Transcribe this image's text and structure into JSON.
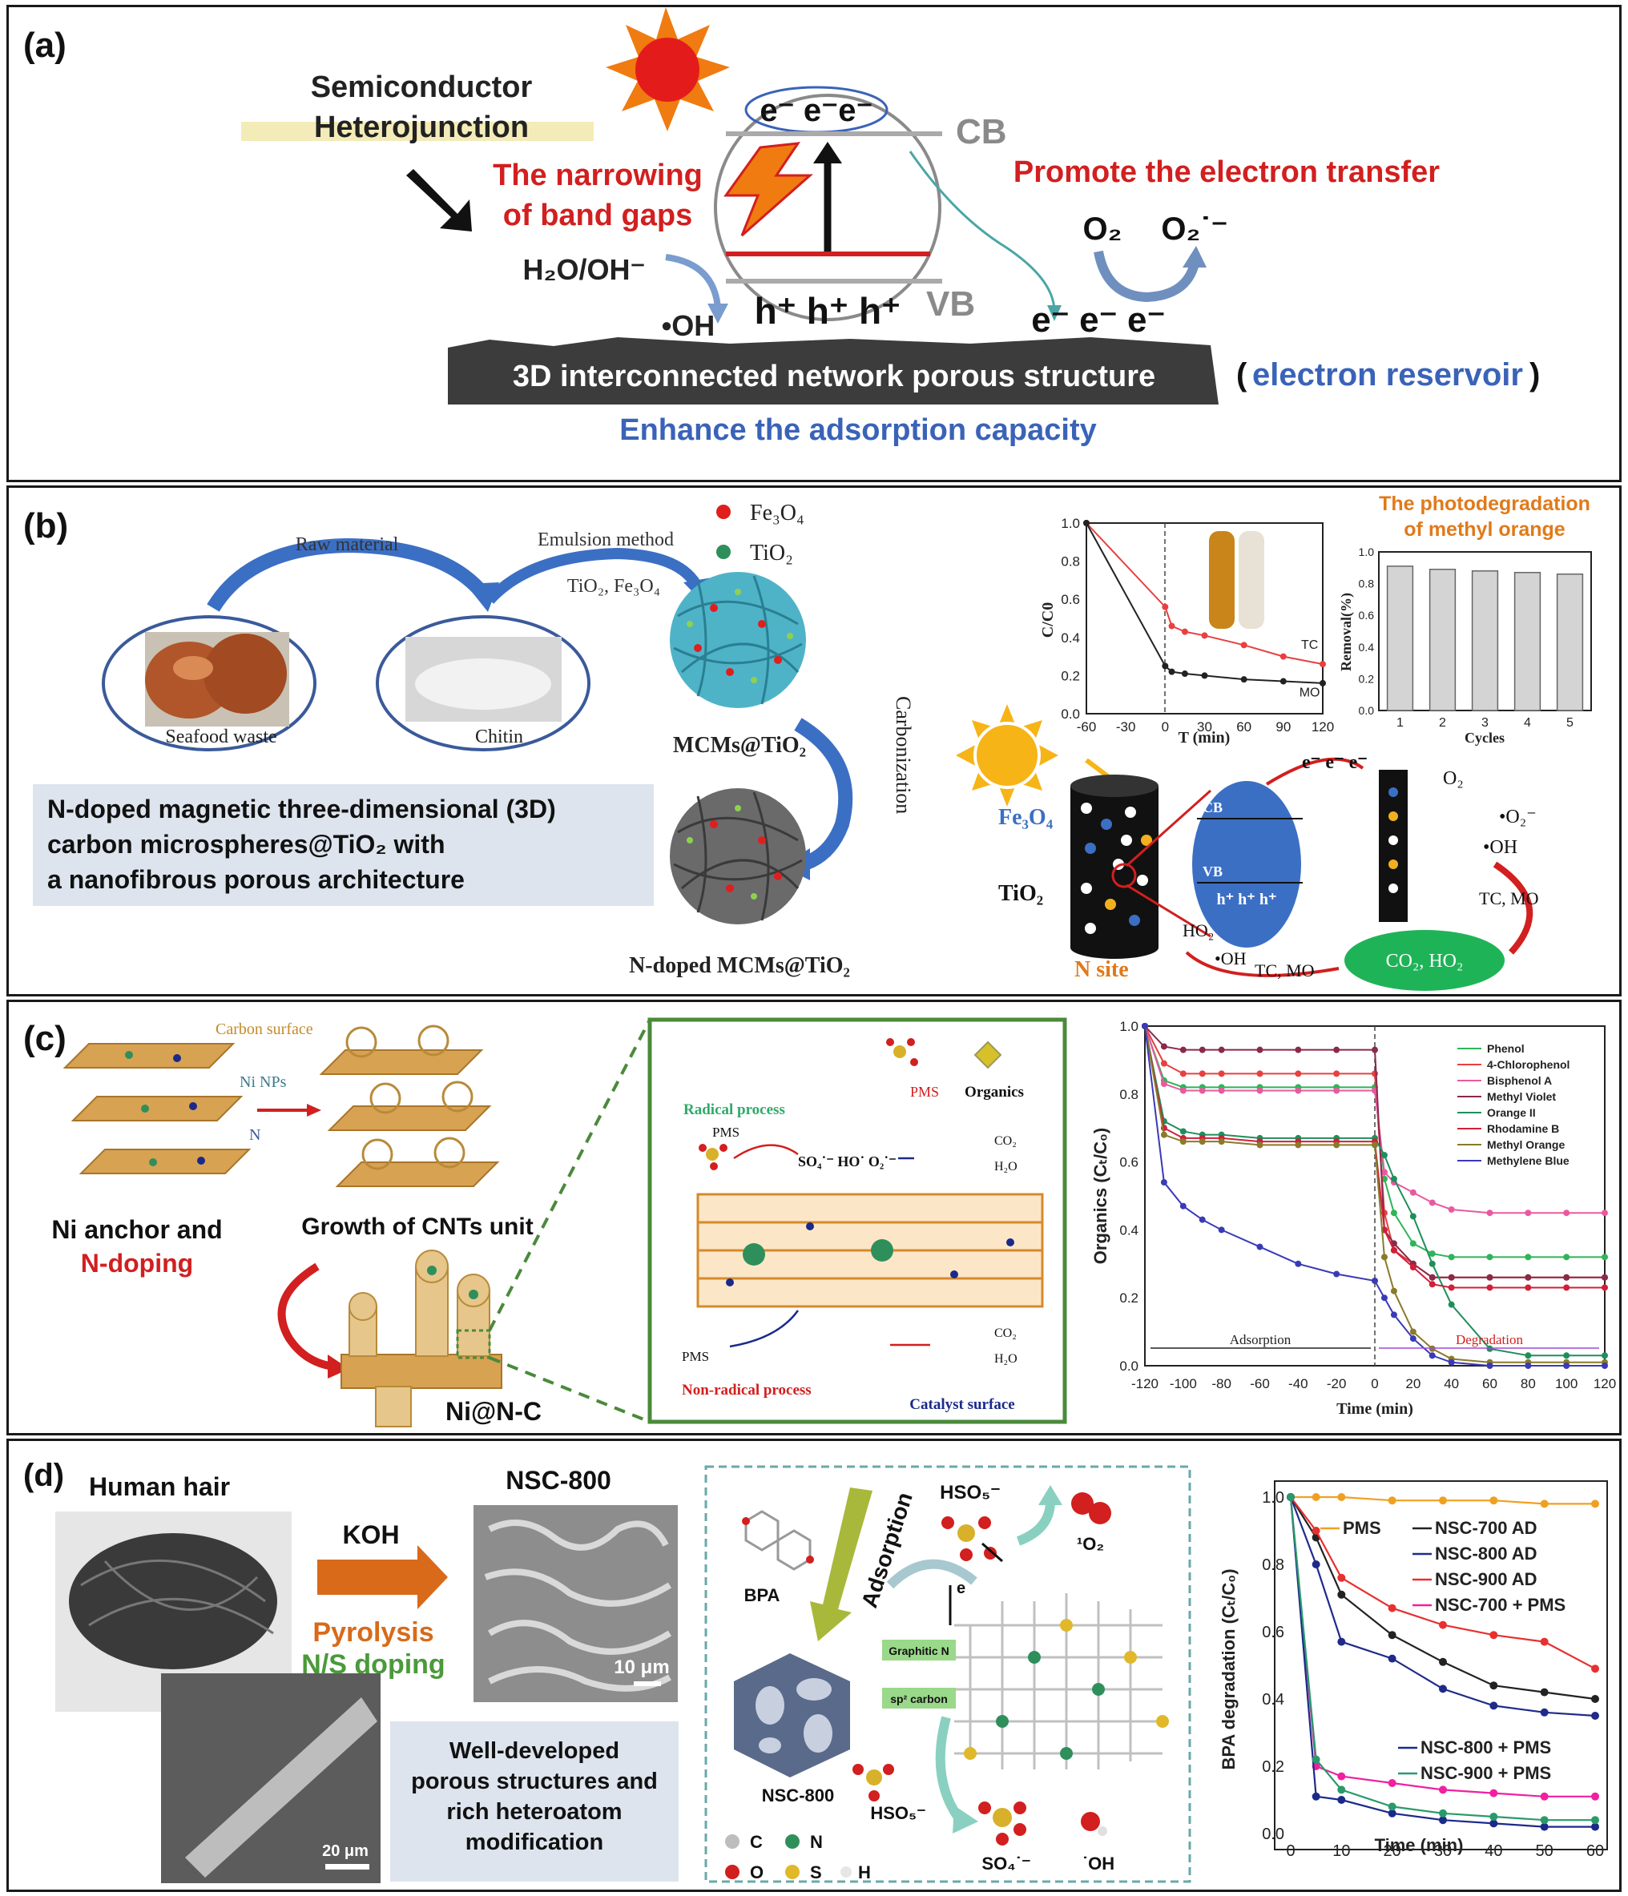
{
  "panel_a": {
    "label": "(a)",
    "semiconductor_l1": "Semiconductor",
    "semiconductor_l2": "Heterojunction",
    "narrowing_l1": "The narrowing",
    "narrowing_l2": "of band gaps",
    "promote": "Promote the electron transfer",
    "cb_electrons": "e⁻ e⁻e⁻",
    "cb": "CB",
    "vb": "VB",
    "holes": "h⁺ h⁺ h⁺",
    "h2o": "H₂O/OH⁻",
    "oh": "•OH",
    "o2": "O₂",
    "o2_radical": "O₂˙⁻",
    "electrons_right": "e⁻ e⁻ e⁻",
    "network": "3D interconnected network porous structure",
    "reservoir_open": "(",
    "reservoir": "electron reservoir",
    "reservoir_close": ")",
    "adsorption": "Enhance the adsorption capacity",
    "colors": {
      "red": "#d21f1f",
      "blue": "#3a63b8",
      "dark": "#333333"
    }
  },
  "panel_b": {
    "label": "(b)",
    "raw_material": "Raw material",
    "emulsion": "Emulsion method",
    "tio2_fe3o4": "TiO₂, Fe₃O₄",
    "legend_fe3o4": "Fe₃O₄",
    "legend_tio2": "TiO₂",
    "seafood": "Seafood waste",
    "chitin": "Chitin",
    "mcms": "MCMs@TiO₂",
    "carbonization": "Carbonization",
    "n_mcms": "N-doped MCMs@TiO₂",
    "desc_l1": "N-doped magnetic three-dimensional (3D)",
    "desc_l2": "carbon microspheres@TiO₂ with",
    "desc_l3": "a nanofibrous porous architecture",
    "mech": {
      "fe3o4": "Fe₃O₄",
      "tio2": "TiO₂",
      "nsite": "N site",
      "cb": "CB",
      "vb": "VB",
      "holes": "h⁺ h⁺ h⁺",
      "electrons": "e⁻ e⁻ e⁻",
      "ho2": "HO₂",
      "oh1": "•OH",
      "oh2": "•OH",
      "o2": "O₂",
      "o2rad": "•O₂⁻",
      "tcmo1": "TC, MO",
      "tcmo2": "TC, MO",
      "products": "CO₂, HO₂"
    },
    "bar_title_l1": "The photodegradation",
    "bar_title_l2": "of methyl orange"
  },
  "panel_c": {
    "label": "(c)",
    "carbon_surface": "Carbon surface",
    "ni_nps": "Ni NPs",
    "n": "N",
    "anchor_l1": "Ni anchor and",
    "anchor_l2": "N-doping",
    "growth": "Growth of CNTs unit",
    "nic": "Ni@N-C",
    "pms_top": "PMS",
    "organics": "Organics",
    "radical": "Radical process",
    "pms_left": "PMS",
    "species": "SO₄˙⁻ HO˙ O₂˙⁻",
    "co2_top": "CO₂",
    "h2o_top": "H₂O",
    "pms_bottom": "PMS",
    "co2_bot": "CO₂",
    "h2o_bot": "H₂O",
    "nonradical": "Non-radical process",
    "catalyst": "Catalyst surface"
  },
  "panel_d": {
    "label": "(d)",
    "hair": "Human hair",
    "koh": "KOH",
    "pyrolysis": "Pyrolysis",
    "doping": "N/S doping",
    "nsc800": "NSC-800",
    "scale10": "10 μm",
    "scale20": "20 μm",
    "box_l1": "Well-developed",
    "box_l2": "porous structures and",
    "box_l3": "rich heteroatom",
    "box_l4": "modification",
    "bpa": "BPA",
    "adsorption": "Adsorption",
    "hso5_top": "HSO₅⁻",
    "singlet": "¹O₂",
    "e": "e",
    "graphitic": "Graphitic N",
    "sp2": "sp² carbon",
    "nsc800_small": "NSC-800",
    "hso5_bot": "HSO₅⁻",
    "so4": "SO₄˙⁻",
    "oh": "˙OH",
    "leg_c": "C",
    "leg_n": "N",
    "leg_o": "O",
    "leg_s": "S",
    "leg_h": "H"
  },
  "chart_data": [
    {
      "type": "line",
      "title": "",
      "xlabel": "T (min)",
      "ylabel": "C/C0",
      "x": [
        -60,
        0,
        5,
        15,
        30,
        60,
        90,
        120
      ],
      "xticks": [
        "-60",
        "-30",
        "0",
        "30",
        "60",
        "90",
        "120"
      ],
      "yticks": [
        "0.0",
        "0.2",
        "0.4",
        "0.6",
        "0.8",
        "1.0"
      ],
      "xlim": [
        -60,
        120
      ],
      "ylim": [
        0,
        1.0
      ],
      "series": [
        {
          "name": "TC",
          "values": [
            1.0,
            0.56,
            0.46,
            0.43,
            0.41,
            0.36,
            0.3,
            0.26
          ]
        },
        {
          "name": "MO",
          "values": [
            1.0,
            0.25,
            0.22,
            0.21,
            0.2,
            0.18,
            0.17,
            0.16
          ]
        }
      ]
    },
    {
      "type": "bar",
      "title": "The photodegradation of methyl orange",
      "xlabel": "Cycles",
      "ylabel": "Removal(%)",
      "categories": [
        "1",
        "2",
        "3",
        "4",
        "5"
      ],
      "values": [
        0.91,
        0.89,
        0.88,
        0.87,
        0.86
      ],
      "yticks": [
        "0.0",
        "0.2",
        "0.4",
        "0.6",
        "0.8",
        "1.0"
      ],
      "ylim": [
        0,
        1.0
      ]
    },
    {
      "type": "line",
      "title": "",
      "xlabel": "Time (min)",
      "ylabel": "Organics (Cₜ/C₀)",
      "x": [
        -120,
        -110,
        -100,
        -90,
        -80,
        -60,
        -40,
        -20,
        0,
        5,
        10,
        20,
        30,
        40,
        60,
        80,
        100,
        120
      ],
      "xticks": [
        "-120",
        "-100",
        "-80",
        "-60",
        "-40",
        "-20",
        "0",
        "20",
        "40",
        "60",
        "80",
        "100",
        "120"
      ],
      "yticks": [
        "0.0",
        "0.2",
        "0.4",
        "0.6",
        "0.8",
        "1.0"
      ],
      "xlim": [
        -120,
        120
      ],
      "ylim": [
        0,
        1.0
      ],
      "annotations": [
        "Adsorption",
        "Degradation"
      ],
      "series": [
        {
          "name": "Phenol",
          "values": [
            1.0,
            0.84,
            0.82,
            0.82,
            0.82,
            0.82,
            0.82,
            0.82,
            0.82,
            0.55,
            0.45,
            0.36,
            0.33,
            0.32,
            0.32,
            0.32,
            0.32,
            0.32
          ]
        },
        {
          "name": "4-Chlorophenol",
          "values": [
            1.0,
            0.89,
            0.86,
            0.86,
            0.86,
            0.86,
            0.86,
            0.86,
            0.86,
            0.45,
            0.34,
            0.3,
            0.26,
            0.26,
            0.26,
            0.26,
            0.26,
            0.26
          ]
        },
        {
          "name": "Bisphenol A",
          "values": [
            1.0,
            0.83,
            0.81,
            0.81,
            0.81,
            0.81,
            0.81,
            0.81,
            0.81,
            0.57,
            0.54,
            0.51,
            0.48,
            0.46,
            0.45,
            0.45,
            0.45,
            0.45
          ]
        },
        {
          "name": "Methyl Violet",
          "values": [
            1.0,
            0.94,
            0.93,
            0.93,
            0.93,
            0.93,
            0.93,
            0.93,
            0.93,
            0.4,
            0.36,
            0.3,
            0.26,
            0.26,
            0.26,
            0.26,
            0.26,
            0.26
          ]
        },
        {
          "name": "Orange II",
          "values": [
            1.0,
            0.72,
            0.69,
            0.68,
            0.68,
            0.67,
            0.67,
            0.67,
            0.67,
            0.62,
            0.55,
            0.44,
            0.3,
            0.18,
            0.05,
            0.03,
            0.03,
            0.03
          ]
        },
        {
          "name": "Rhodamine B",
          "values": [
            1.0,
            0.7,
            0.67,
            0.67,
            0.67,
            0.66,
            0.66,
            0.66,
            0.66,
            0.4,
            0.34,
            0.29,
            0.24,
            0.23,
            0.23,
            0.23,
            0.23,
            0.23
          ]
        },
        {
          "name": "Methyl Orange",
          "values": [
            1.0,
            0.68,
            0.66,
            0.66,
            0.66,
            0.65,
            0.65,
            0.65,
            0.65,
            0.32,
            0.22,
            0.1,
            0.05,
            0.02,
            0.01,
            0.01,
            0.01,
            0.01
          ]
        },
        {
          "name": "Methylene Blue",
          "values": [
            1.0,
            0.54,
            0.47,
            0.43,
            0.4,
            0.35,
            0.3,
            0.27,
            0.25,
            0.2,
            0.15,
            0.08,
            0.03,
            0.01,
            0.0,
            0.0,
            0.0,
            0.0
          ]
        }
      ]
    },
    {
      "type": "line",
      "title": "",
      "xlabel": "Time (min)",
      "ylabel": "BPA degradation (Cₜ/C₀)",
      "x": [
        0,
        5,
        10,
        20,
        30,
        40,
        50,
        60
      ],
      "xticks": [
        "0",
        "10",
        "20",
        "30",
        "40",
        "50",
        "60"
      ],
      "yticks": [
        "0.0",
        "0.2",
        "0.4",
        "0.6",
        "0.8",
        "1.0"
      ],
      "xlim": [
        0,
        60
      ],
      "ylim": [
        0,
        1.0
      ],
      "series": [
        {
          "name": "PMS",
          "values": [
            1.0,
            1.0,
            1.0,
            0.99,
            0.99,
            0.99,
            0.98,
            0.98
          ]
        },
        {
          "name": "NSC-700 AD",
          "values": [
            1.0,
            0.88,
            0.71,
            0.59,
            0.51,
            0.44,
            0.42,
            0.4
          ]
        },
        {
          "name": "NSC-800 AD",
          "values": [
            1.0,
            0.8,
            0.57,
            0.52,
            0.43,
            0.38,
            0.36,
            0.35
          ]
        },
        {
          "name": "NSC-900 AD",
          "values": [
            1.0,
            0.9,
            0.76,
            0.67,
            0.62,
            0.59,
            0.57,
            0.49
          ]
        },
        {
          "name": "NSC-700 + PMS",
          "values": [
            1.0,
            0.2,
            0.17,
            0.15,
            0.13,
            0.12,
            0.11,
            0.11
          ]
        },
        {
          "name": "NSC-800 + PMS",
          "values": [
            1.0,
            0.11,
            0.1,
            0.06,
            0.04,
            0.03,
            0.02,
            0.02
          ]
        },
        {
          "name": "NSC-900 + PMS",
          "values": [
            1.0,
            0.22,
            0.13,
            0.08,
            0.06,
            0.05,
            0.04,
            0.04
          ]
        }
      ]
    }
  ]
}
